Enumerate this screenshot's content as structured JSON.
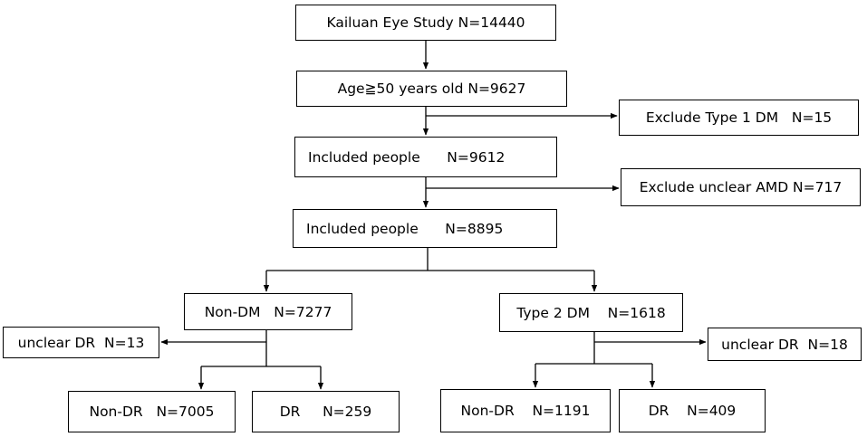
{
  "flowchart": {
    "start": "Kailuan Eye Study N=14440",
    "age_filter": "Age≧50 years old N=9627",
    "exclude_type1": "Exclude Type 1 DM   N=15",
    "included_1": "Included people      N=9612",
    "exclude_amd": "Exclude unclear AMD N=717",
    "included_2": "Included people      N=8895",
    "non_dm": "Non-DM   N=7277",
    "type2_dm": "Type 2 DM    N=1618",
    "unclear_dr_left": "unclear DR  N=13",
    "unclear_dr_right": "unclear DR  N=18",
    "non_dr_left": "Non-DR   N=7005",
    "dr_left": "DR     N=259",
    "non_dr_right": "Non-DR    N=1191",
    "dr_right": "DR    N=409"
  },
  "colors": {
    "line": "#000000",
    "box_border": "#000000",
    "background": "#ffffff"
  }
}
